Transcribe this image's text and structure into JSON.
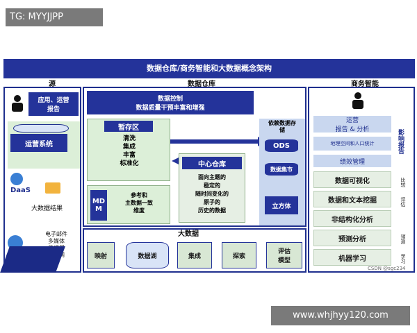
{
  "watermark_top": "TG: MYYJJPP",
  "watermark_url": "www.whjhyy120.com",
  "title": "数据仓库/商务智能和大数据概念架构",
  "columns": {
    "source": "源",
    "warehouse": "数据仓库",
    "bi": "商务智能"
  },
  "source": {
    "app_report": "应用、运营\n报告",
    "ops_system": "运营系统",
    "daas": "DaaS",
    "bigdata_result": "大数据结果",
    "stream_list": "电子邮件\n多媒体\n传感器\n物联网"
  },
  "warehouse": {
    "control": "数据控制\n数据质量干预丰富和增强",
    "staging_title": "暂存区",
    "staging_items": "清洗\n集成\n丰富\n标准化",
    "mdm_label": "MD\nM",
    "mdm_text": "参考和\n主数据一致\n维度",
    "central_title": "中心仓库",
    "central_text": "面向主题的\n稳定的\n随时间变化的\n原子的\n历史的数据",
    "dependent_store": "依赖数据存\n储",
    "ods": "ODS",
    "datamart": "数据集市",
    "cube": "立方体"
  },
  "bigdata": {
    "title": "大数据",
    "map": "映射",
    "lake": "数据湖",
    "integrate": "集成",
    "explore": "探索",
    "evaluate": "评估\n模型"
  },
  "bi": {
    "ops_report": "运营\n报告 & 分析",
    "geo_stats": "地理空间和人口统计",
    "perf_mgmt": "绩效管理",
    "impact_report": "影响报告",
    "items": [
      "数据可视化",
      "数据和文本挖掘",
      "非结构化分析",
      "预测分析",
      "机器学习"
    ],
    "side_labels": [
      "比较",
      "评估",
      "预测",
      "学习"
    ]
  },
  "credit": "CSDN @sgc234",
  "colors": {
    "primary": "#24339a",
    "light_green": "#dcefd8",
    "light_blue": "#c9d7ef"
  }
}
